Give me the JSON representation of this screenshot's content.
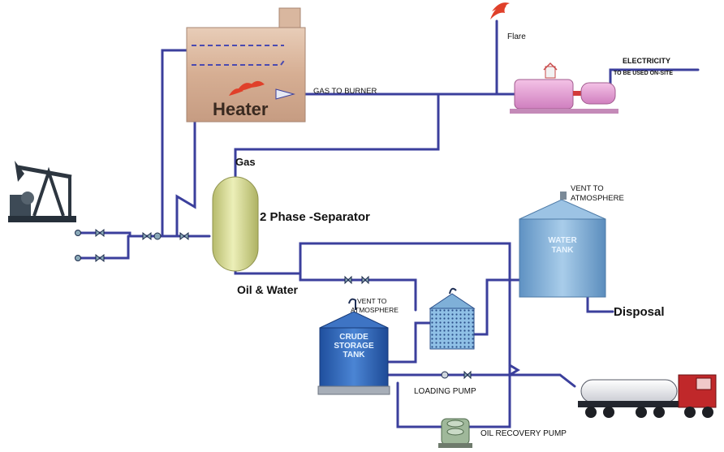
{
  "labels": {
    "flare": "Flare",
    "electricity": "ELECTRICITY",
    "onsite": "TO BE USED ON-SITE",
    "gas_to_burner": "GAS TO BURNER",
    "heater": "Heater",
    "gas": "Gas",
    "separator": "2 Phase -Separator",
    "oil_water": "Oil & Water",
    "vent_water_1": "VENT TO",
    "vent_water_2": "ATMOSPHERE",
    "water_tank_1": "WATER",
    "water_tank_2": "TANK",
    "vent_crude_1": "VENT TO",
    "vent_crude_2": "ATMOSPHERE",
    "crude_tank_1": "CRUDE",
    "crude_tank_2": "STORAGE",
    "crude_tank_3": "TANK",
    "disposal": "Disposal",
    "loading_pump": "LOADING PUMP",
    "oil_recovery_pump": "OIL RECOVERY PUMP"
  },
  "colors": {
    "pipe": "#3b3f9c",
    "heater_body": "#d9b79f",
    "separator_body": "#d8dc9a",
    "water_tank": "#7fb0d8",
    "crude_tank": "#2f63b5",
    "generator": "#e59ad0",
    "flame": "#e0402a"
  }
}
